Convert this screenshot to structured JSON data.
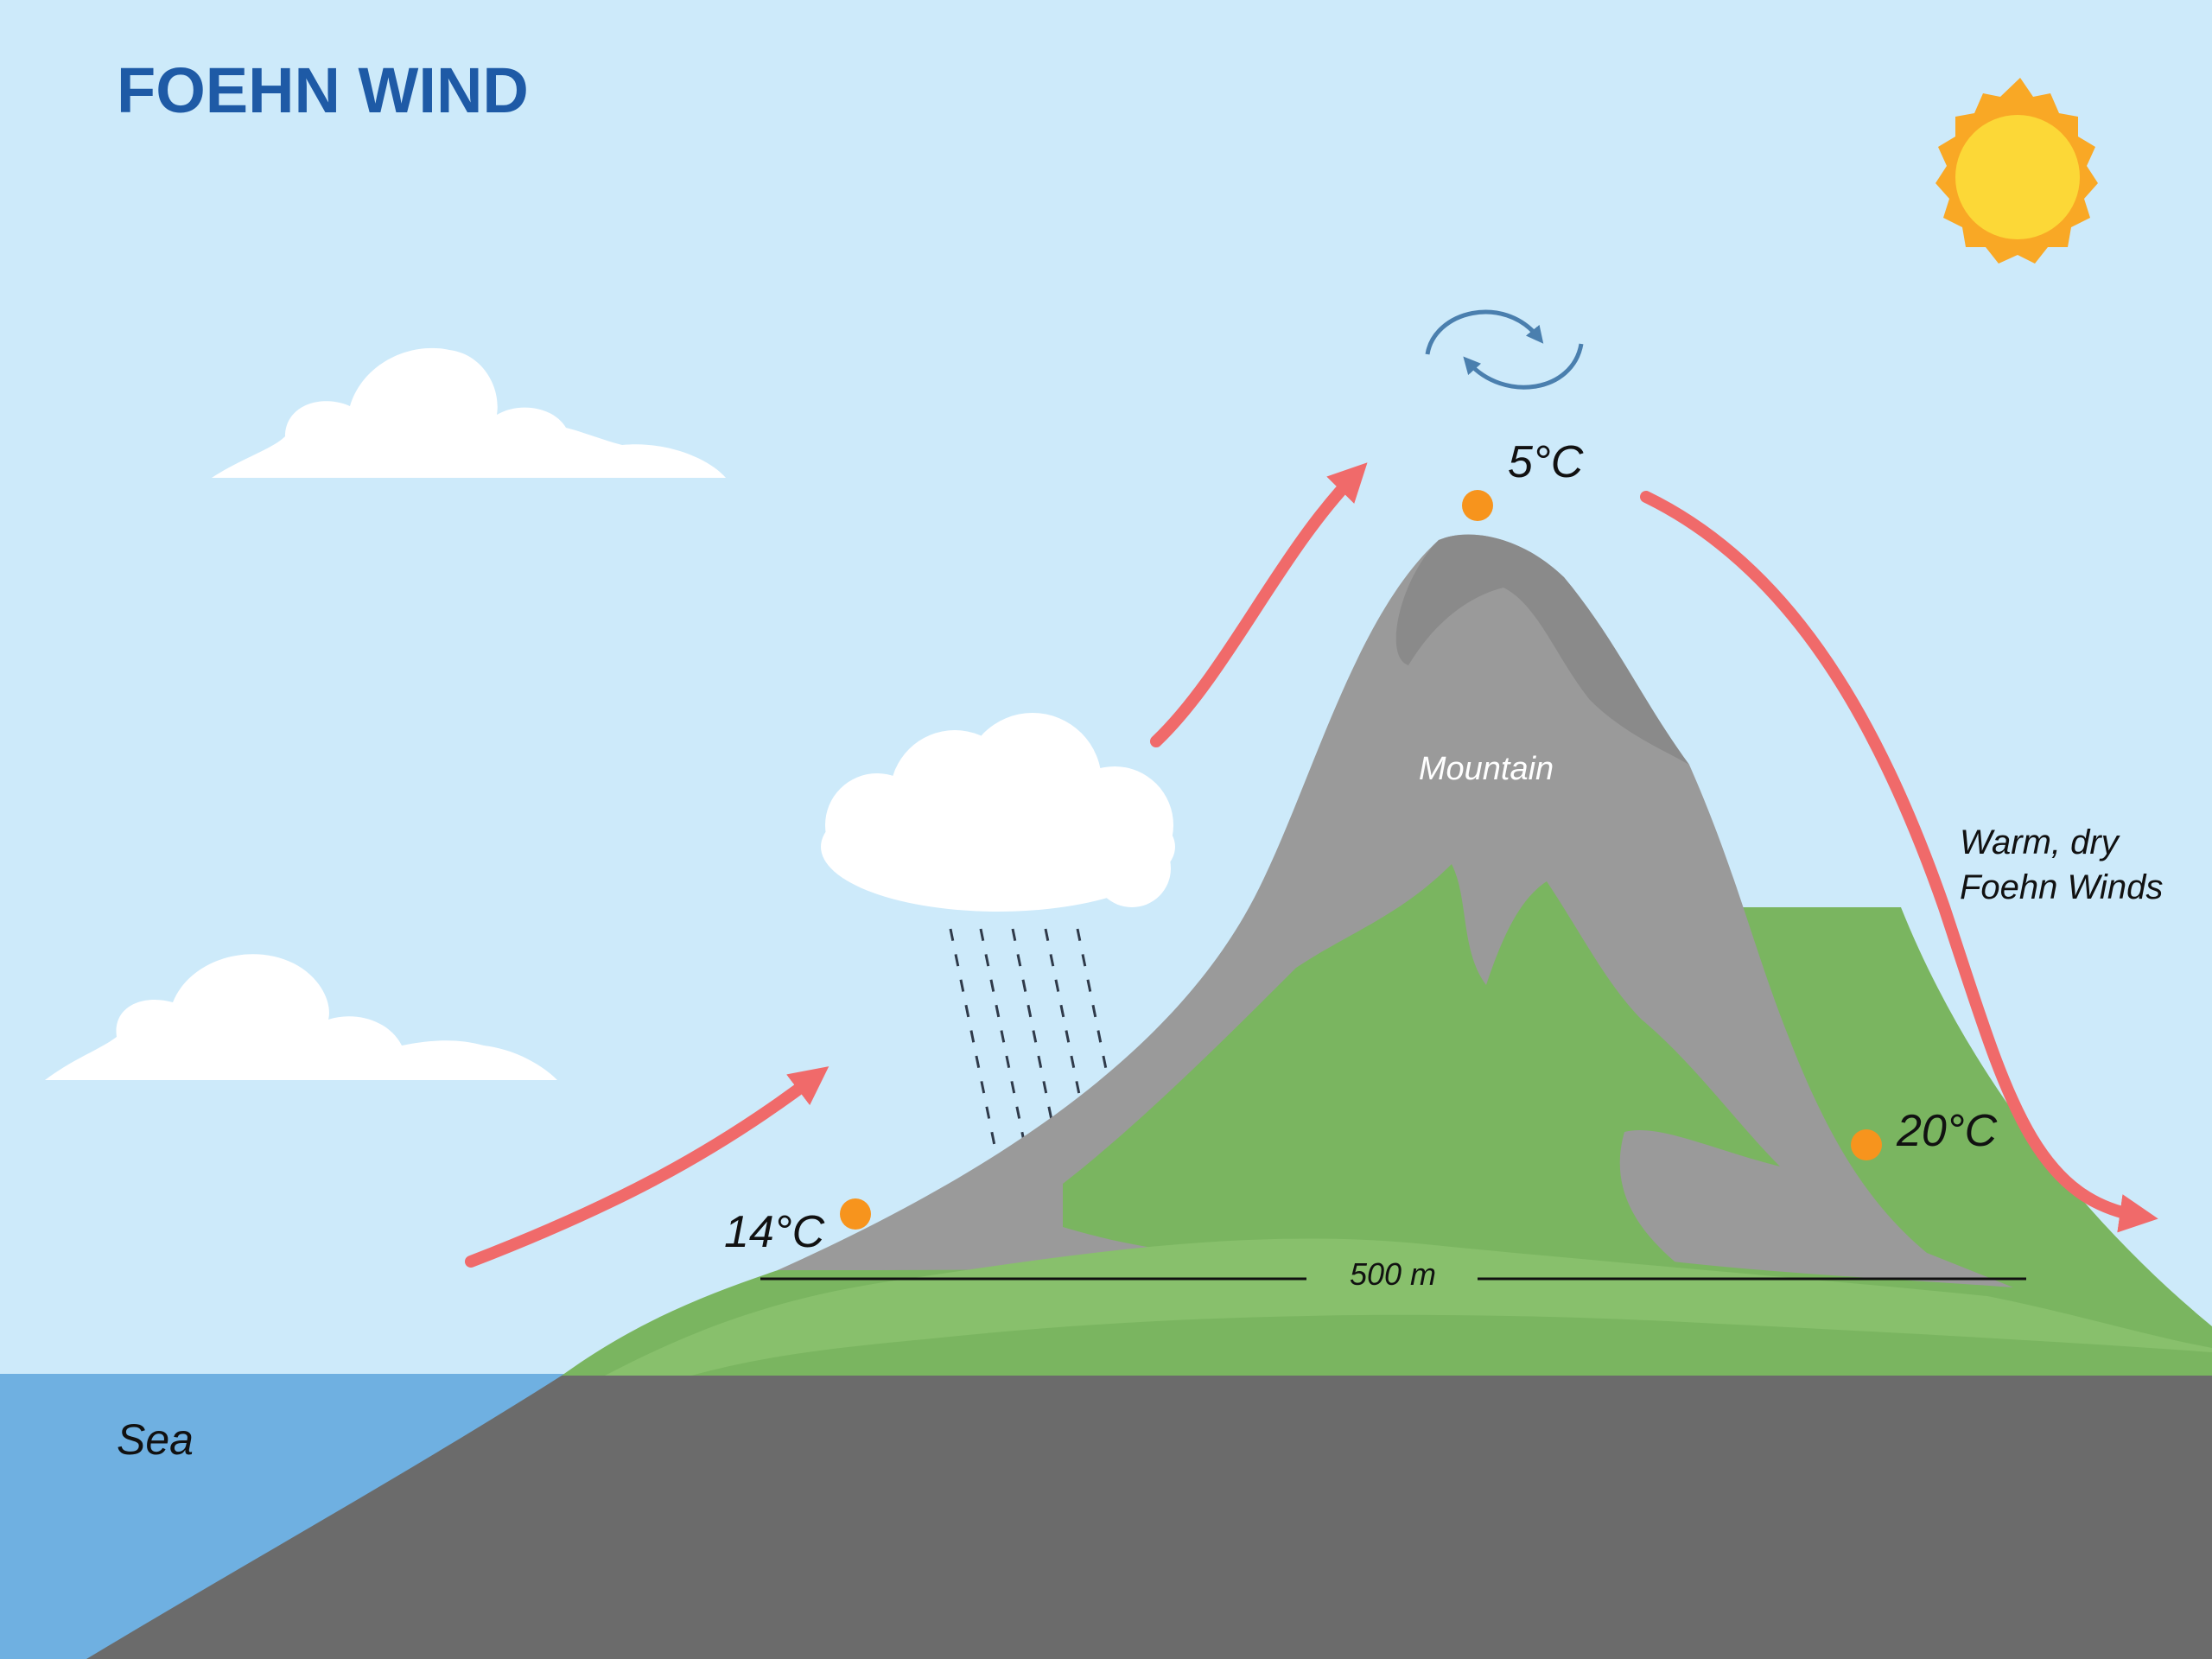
{
  "title": "FOEHN WIND",
  "labels": {
    "sea": "Sea",
    "mountain": "Mountain",
    "foehn_line1": "Warm, dry",
    "foehn_line2": "Foehn Winds",
    "height": "500 m"
  },
  "temperatures": {
    "base": "14°C",
    "summit": "5°C",
    "leeward": "20°C"
  },
  "colors": {
    "sky": "#cdeafa",
    "title": "#1e5aa6",
    "sea": "#6fb0e1",
    "ground": "#6b6b6b",
    "mountain_rock": "#9a9a9a",
    "mountain_grass": "#7ab560",
    "arrow": "#f06a6a",
    "temp_dot": "#f7941d",
    "sun": "#fcd837",
    "cloud": "#ffffff",
    "circulation": "#4a7fae"
  },
  "icons": {
    "sun": "sun-icon",
    "cloud": "cloud-icon",
    "rain": "rain-icon",
    "circulation": "circular-arrows-icon"
  }
}
